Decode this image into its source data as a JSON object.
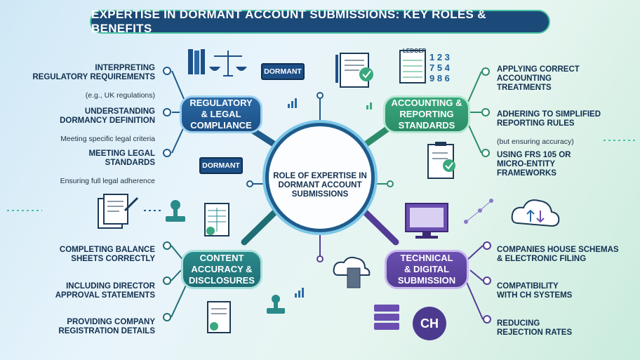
{
  "title": "EXPERTISE IN DORMANT ACCOUNT SUBMISSIONS: KEY ROLES & BENEFITS",
  "center": "ROLE OF EXPERTISE IN\nDORMANT ACCOUNT\nSUBMISSIONS",
  "hubs": {
    "regulatory": "REGULATORY\n& LEGAL\nCOMPLIANCE",
    "accounting": "ACCOUNTING &\nREPORTING\nSTANDARDS",
    "content": "CONTENT\nACCURACY &\nDISCLOSURES",
    "technical": "TECHNICAL\n& DIGITAL\nSUBMISSION"
  },
  "regulatory_items": [
    {
      "heading": "INTERPRETING\nREGULATORY REQUIREMENTS",
      "sub": "(e.g., UK regulations)"
    },
    {
      "heading": "UNDERSTANDING\nDORMANCY DEFINITION",
      "sub": "Meeting specific legal criteria"
    },
    {
      "heading": "MEETING LEGAL\nSTANDARDS",
      "sub": "Ensuring full legal adherence"
    }
  ],
  "accounting_items": [
    {
      "heading": "APPLYING CORRECT\nACCOUNTING\nTREATMENTS",
      "sub": ""
    },
    {
      "heading": "ADHERING TO SIMPLIFIED\nREPORTING RULES",
      "sub": "(but ensuring accuracy)"
    },
    {
      "heading": "USING FRS 105 OR\nMICRO-ENTITY\nFRAMEWORKS",
      "sub": ""
    }
  ],
  "content_items": [
    {
      "heading": "COMPLETING BALANCE\nSHEETS CORRECTLY"
    },
    {
      "heading": "INCLUDING DIRECTOR\nAPPROVAL STATEMENTS"
    },
    {
      "heading": "PROVIDING COMPANY\nREGISTRATION DETAILS"
    }
  ],
  "technical_items": [
    {
      "heading": "COMPANIES HOUSE SCHEMAS\n& ELECTRONIC FILING"
    },
    {
      "heading": "COMPATIBILITY\nWITH CH SYSTEMS"
    },
    {
      "heading": "REDUCING\nREJECTION RATES"
    }
  ],
  "signs": {
    "top": "DORMANT",
    "bottom": "DORMANT"
  },
  "ledger_label": "LEDGER",
  "ledger_digits": "1 2 3\n7 5 4\n9 8 6",
  "ch_badge": "CH",
  "colors": {
    "navy": "#1c4a78",
    "blue": "#2a6aa6",
    "green": "#3aa87e",
    "teal": "#2a8a8a",
    "purple": "#6a4fb0",
    "accent": "#49c2a3"
  }
}
